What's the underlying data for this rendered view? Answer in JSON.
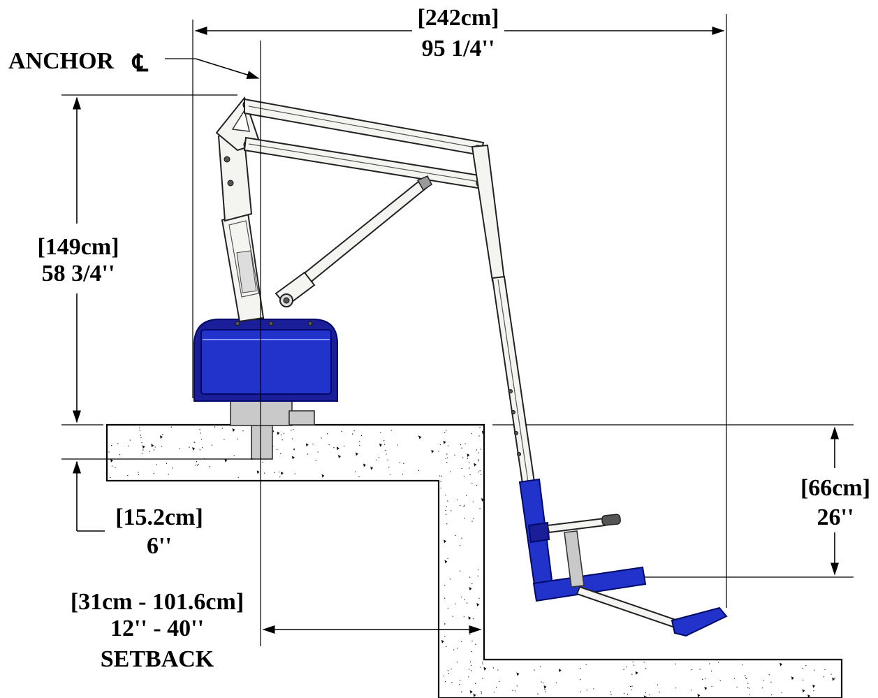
{
  "dimensions": {
    "overall_width": {
      "metric": "[242cm]",
      "imperial": "95 1/4''"
    },
    "anchor_label": "ANCHOR",
    "anchor_symbol": "℄",
    "height": {
      "metric": "[149cm]",
      "imperial": "58 3/4''"
    },
    "anchor_depth": {
      "metric": "[15.2cm]",
      "imperial": "6''"
    },
    "seat_depth": {
      "metric": "[66cm]",
      "imperial": "26''"
    },
    "setback": {
      "metric": "[31cm - 101.6cm]",
      "imperial": "12'' - 40''",
      "label": "SETBACK"
    }
  },
  "colors": {
    "lift_blue": "#2233cc",
    "frame": "#f4f4f0",
    "concrete": "#ffffff",
    "linework": "#000000"
  }
}
